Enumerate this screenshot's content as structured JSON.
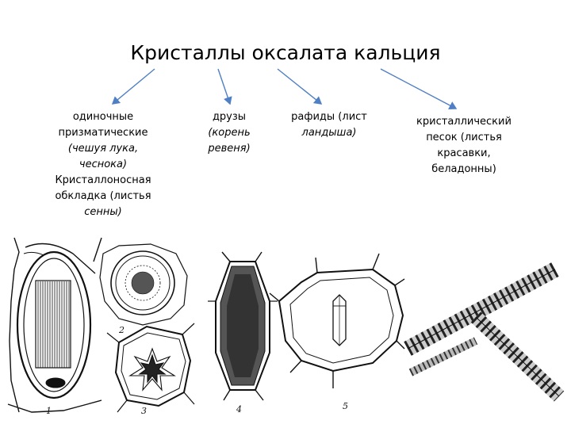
{
  "title": "Кристаллы оксалата кальция",
  "categories": [
    {
      "id": "c1",
      "parts": [
        {
          "text": "одиночные",
          "italic": false
        },
        {
          "text": "призматические",
          "italic": false
        },
        {
          "text": "(чешуя лука,",
          "italic": true
        },
        {
          "text": "чеснока)",
          "italic": true
        },
        {
          "text": "Кристаллоносная",
          "italic": false
        },
        {
          "text": "обкладка (листья",
          "italic": false
        },
        {
          "text": "сенны)",
          "italic": true
        }
      ]
    },
    {
      "id": "c2",
      "parts": [
        {
          "text": "друзы",
          "italic": false
        },
        {
          "text": "(корень",
          "italic": true
        },
        {
          "text": "ревеня)",
          "italic": true
        }
      ]
    },
    {
      "id": "c3",
      "parts": [
        {
          "text": "рафиды (лист",
          "italic": false
        },
        {
          "text": "ландыша)",
          "italic": true
        }
      ]
    },
    {
      "id": "c4",
      "parts": [
        {
          "text": "кристаллический",
          "italic": false
        },
        {
          "text": "песок (листья",
          "italic": false
        },
        {
          "text": "красавки,",
          "italic": false
        },
        {
          "text": "беладонны)",
          "italic": false
        }
      ]
    }
  ],
  "figure_numbers": [
    "1",
    "2",
    "3",
    "4",
    "5"
  ],
  "arrow_color": "#4f7fc4"
}
